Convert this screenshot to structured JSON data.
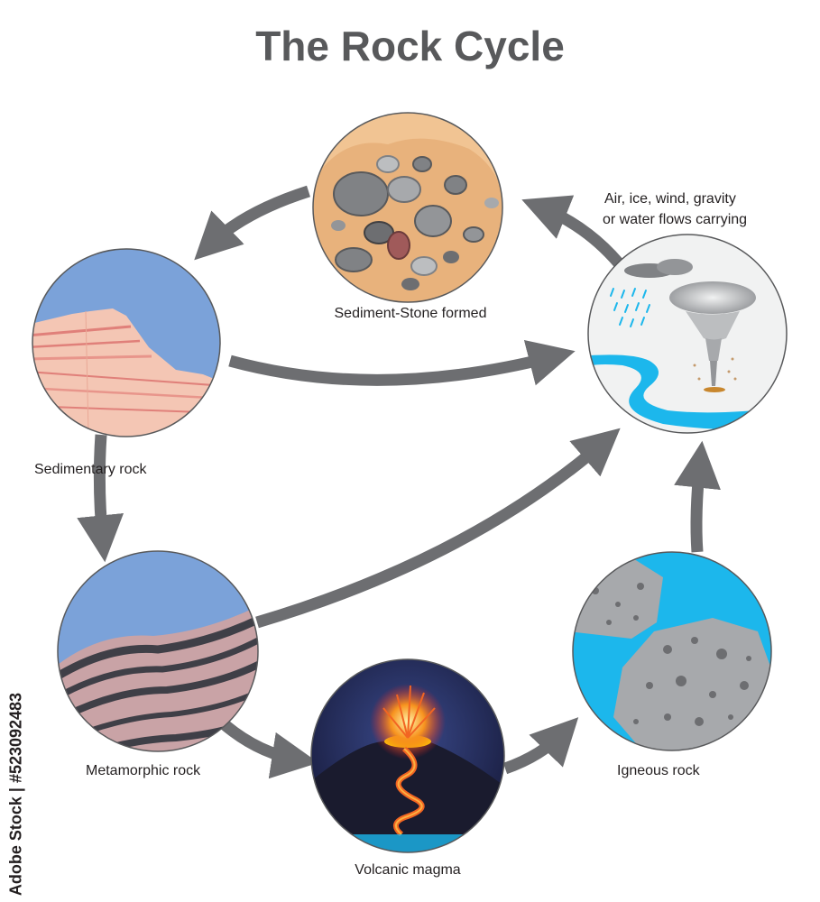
{
  "title": "The Rock Cycle",
  "stages": {
    "sediment": "Sediment-Stone formed",
    "sedimentary": "Sedimentary rock",
    "metamorphic": "Metamorphic rock",
    "magma": "Volcanic magma",
    "igneous": "Igneous rock",
    "weathering_line1": "Air, ice, wind, gravity",
    "weathering_line2": "or water flows carrying"
  },
  "watermark": "Adobe Stock | #523092483",
  "colors": {
    "arrow": "#6d6e71",
    "sky": "#7ba2d9",
    "water": "#1cb7ec",
    "sand": "#f1c493",
    "pink_rock": "#f4c6b4",
    "metamorphic_band": "#c9a3a6",
    "dark_band": "#3f3f47",
    "volcano_night": "#1f2140",
    "lava": "#f26522",
    "igneous_rock": "#a7a9ac"
  }
}
